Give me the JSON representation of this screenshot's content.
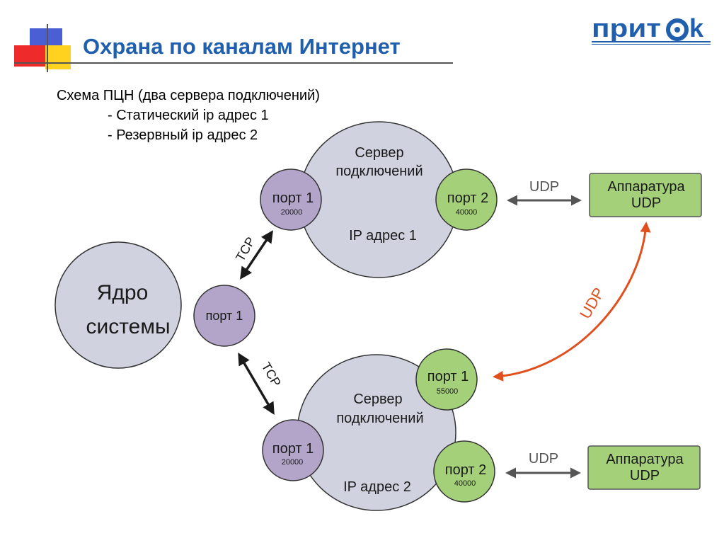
{
  "slide": {
    "title": "Охрана по каналам Интернет",
    "logo_text": "притоk",
    "logo_left": "прит",
    "logo_right": "k",
    "intro": {
      "heading": "Схема ПЦН (два сервера подключений)",
      "bullets": [
        "- Статический ip адрес 1",
        "- Резервный ip адрес 2"
      ]
    }
  },
  "colors": {
    "title": "#1f5fae",
    "big_circle": "#d0d2e0",
    "port_purple": "#b3a4c9",
    "port_green": "#a5d07a",
    "box_green": "#a5d07a",
    "udp_link": "#e0501e",
    "logo": "#1f5fae"
  },
  "diagram": {
    "core": {
      "label_line1": "Ядро",
      "label_line2": "системы",
      "port_label": "порт 1"
    },
    "server1": {
      "label_line1": "Сервер",
      "label_line2": "подключений",
      "ip_label": "IP адрес 1",
      "port_in_label": "порт 1",
      "port_in_number": "20000",
      "port_out_label": "порт 2",
      "port_out_number": "40000"
    },
    "server2": {
      "label_line1": "Сервер",
      "label_line2": "подключений",
      "ip_label": "IP адрес 2",
      "port_extra_label": "порт 1",
      "port_extra_number": "55000",
      "port_in_label": "порт 1",
      "port_in_number": "20000",
      "port_out_label": "порт 2",
      "port_out_number": "40000"
    },
    "device1": {
      "line1": "Аппаратура",
      "line2": "UDP"
    },
    "device2": {
      "line1": "Аппаратура",
      "line2": "UDP"
    },
    "links": {
      "tcp_top": "TCP",
      "tcp_bottom": "TCP",
      "udp_top": "UDP",
      "udp_bottom": "UDP",
      "udp_cross": "UDP"
    }
  }
}
